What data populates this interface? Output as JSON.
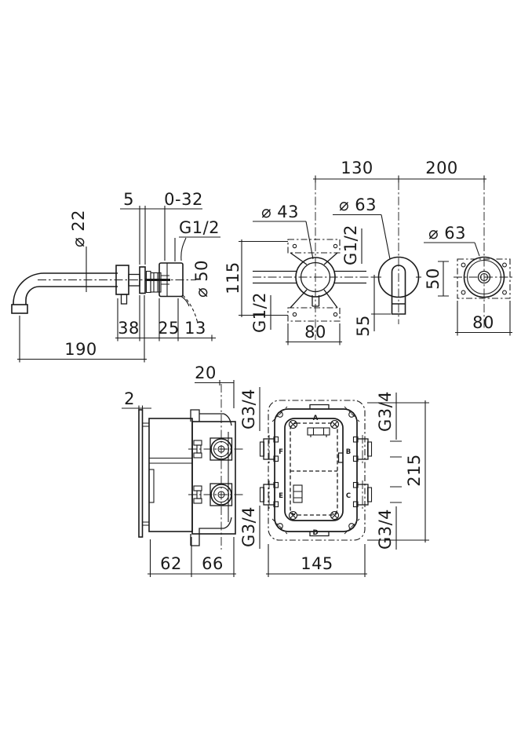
{
  "colors": {
    "line": "#1a1a1a",
    "background": "#ffffff"
  },
  "views": {
    "spout_side": {
      "dims": {
        "spout_diameter": "⌀ 22",
        "plate_thickness": "5",
        "adjust_range": "0-32",
        "thread": "G1/2",
        "handle_diameter": "⌀ 50",
        "body_depth": "38",
        "handle_depth": "25",
        "lever_clearance": "13",
        "spout_reach": "190"
      }
    },
    "rough_in_front": {
      "dims": {
        "flange_diameter": "⌀ 43",
        "height": "115",
        "thread_right": "G1/2",
        "thread_left": "G1/2",
        "plate_width": "80"
      }
    },
    "spout_front": {
      "dims": {
        "escutcheon_diameter": "⌀ 63",
        "outlet_drop": "55"
      }
    },
    "handle_front": {
      "dims": {
        "escutcheon_diameter": "⌀ 63",
        "plate_height": "50",
        "plate_width": "80"
      }
    },
    "spacing": {
      "spout_to_valve": "130",
      "valve_to_handle": "200"
    },
    "box_side": {
      "dims": {
        "plate_thickness": "2",
        "wall_offset": "20",
        "thread_top": "G3/4",
        "thread_bottom": "G3/4",
        "depth_rear": "62",
        "depth_front": "66"
      }
    },
    "box_front": {
      "dims": {
        "width": "145",
        "height": "215",
        "thread_top": "G3/4",
        "thread_bottom": "G3/4"
      },
      "port_labels": {
        "a": "A",
        "b": "B",
        "c": "C",
        "d": "D",
        "e": "E",
        "f": "F"
      }
    }
  }
}
